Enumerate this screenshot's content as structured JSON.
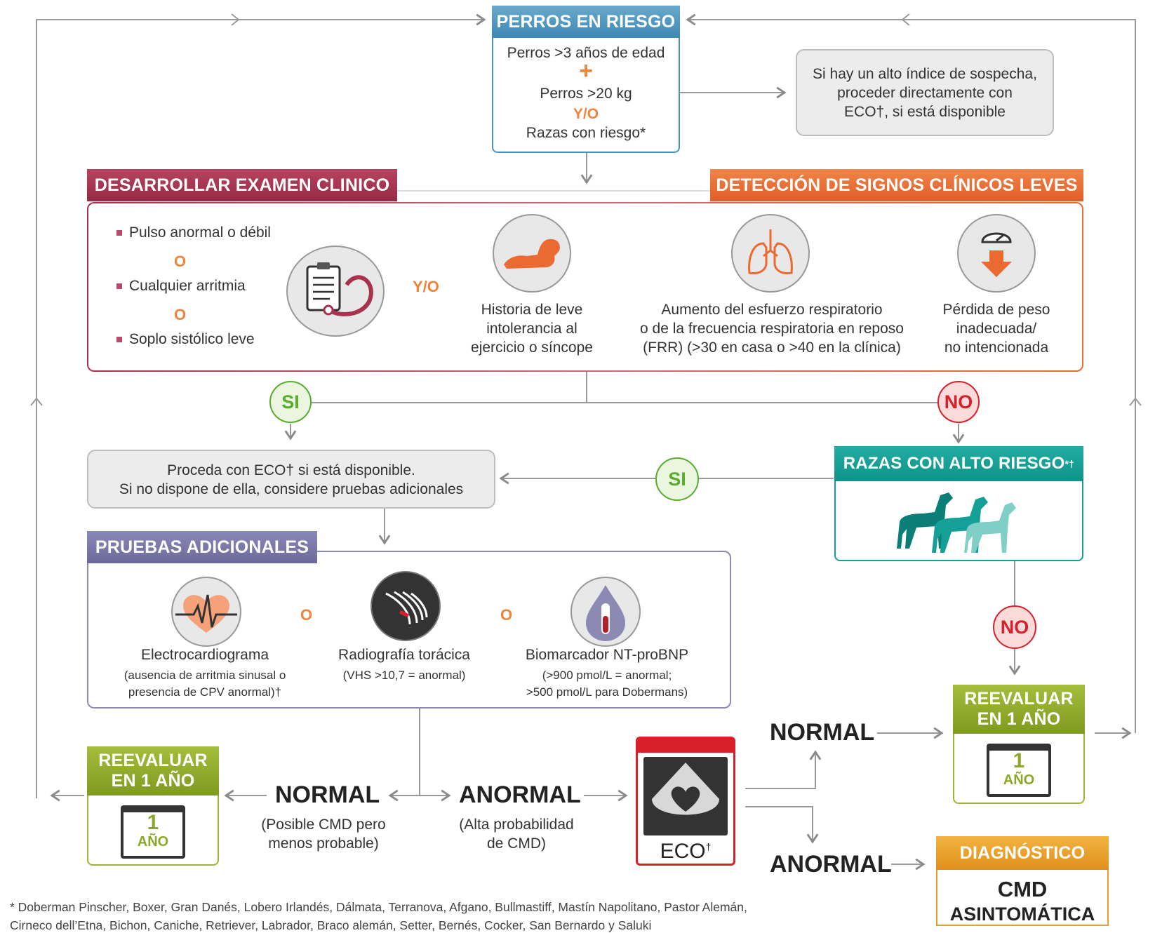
{
  "at_risk": {
    "title": "PERROS EN RIESGO",
    "line1": "Perros >3 años de edad",
    "plus": "+",
    "line2": "Perros >20 kg",
    "and_or": "Y/O",
    "line3": "Razas con riesgo*"
  },
  "suspicion_note": {
    "line1": "Si hay un alto índice de sospecha,",
    "line2": "proceder directamente con",
    "line3": "ECO†, si está disponible"
  },
  "exam": {
    "title": "DESARROLLAR EXAMEN CLINICO",
    "items": [
      "Pulso anormal o débil",
      "Cualquier arritmia",
      "Soplo sistólico leve"
    ],
    "or": "O",
    "and_or": "Y/O"
  },
  "signs": {
    "title": "DETECCIÓN DE SIGNOS CLÍNICOS LEVES",
    "exercise": [
      "Historia de leve",
      "intolerancia al",
      "ejercicio o síncope"
    ],
    "respiratory": [
      "Aumento del esfuerzo respiratorio",
      "o de la frecuencia respiratoria en reposo",
      "(FRR) (>30 en casa o >40 en la clínica)"
    ],
    "weight": [
      "Pérdida de peso",
      "inadecuada/",
      "no intencionada"
    ]
  },
  "decisions": {
    "yes": "SI",
    "no": "NO"
  },
  "proceed": {
    "line1": "Proceda con ECO† si está disponible.",
    "line2": "Si no dispone de ella, considere pruebas adicionales"
  },
  "high_risk": {
    "title": "RAZAS CON ALTO RIESGO",
    "sup": "*†"
  },
  "tests": {
    "title": "PRUEBAS ADICIONALES",
    "or": "O",
    "ecg": {
      "name": "Electrocardiograma",
      "note1": "(ausencia de arritmia sinusal o",
      "note2": "presencia de CPV anormal)†"
    },
    "xray": {
      "name": "Radiografía torácica",
      "note1": "(VHS >10,7 = anormal)"
    },
    "bnp": {
      "name": "Biomarcador NT-proBNP",
      "note1": "(>900 pmol/L = anormal;",
      "note2": ">500 pmol/L para Dobermans)"
    }
  },
  "reeval": {
    "line1": "REEVALUAR",
    "line2": "EN 1 AÑO",
    "cal_num": "1",
    "cal_word": "AÑO"
  },
  "results": {
    "normal": "NORMAL",
    "normal_note1": "(Posible CMD pero",
    "normal_note2": "menos probable)",
    "abnormal": "ANORMAL",
    "abnormal_note1": "(Alta probabilidad",
    "abnormal_note2": "de CMD)"
  },
  "echo": {
    "label": "ECO",
    "sup": "†"
  },
  "echo_results": {
    "normal": "NORMAL",
    "abnormal": "ANORMAL"
  },
  "diagnosis": {
    "title": "DIAGNÓSTICO",
    "line1": "CMD",
    "line2": "ASINTOMÁTICA"
  },
  "footnote": {
    "line1": "* Doberman Pinscher, Boxer, Gran Danés, Lobero Irlandés, Dálmata, Terranova, Afgano, Bullmastiff, Mastín Napolitano, Pastor Alemán,",
    "line2": "Cirneco dell’Etna, Bichon, Caniche, Retriever, Labrador, Braco alemán, Setter, Bernés, Cocker, San Bernardo y Saluki"
  },
  "colors": {
    "blue": "#4a93bd",
    "crimson": "#a8324e",
    "orange": "#ea6a32",
    "teal": "#14a096",
    "purple": "#7a78a8",
    "olive": "#8da829",
    "gold": "#e8a02a",
    "red": "#d8202a"
  }
}
